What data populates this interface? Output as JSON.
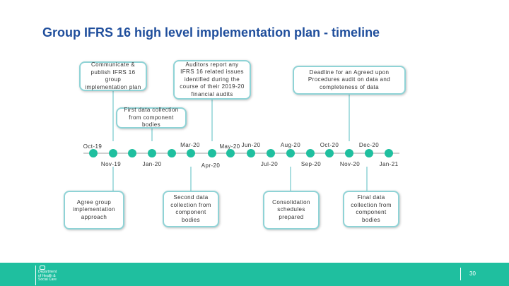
{
  "title": "Group IFRS 16 high level implementation plan - timeline",
  "accent_color": "#1fbf9f",
  "box_border_color": "#8fd3d6",
  "title_color": "#1f4e9c",
  "boxes": {
    "communicate": "Communicate & publish IFRS 16 group implementation plan",
    "auditors": "Auditors report any IFRS 16 related issues identified during the course of their 2019-20 financial audits",
    "deadline": "Deadline for an Agreed upon Procedures audit on data and completeness of data",
    "first_collection": "First data collection from component bodies",
    "agree": "Agree group implementation approach",
    "second_collection": "Second data collection from component bodies",
    "consolidation": "Consolidation schedules prepared",
    "final_collection": "Final data collection from component bodies"
  },
  "dates": {
    "oct19": "Oct-19",
    "nov19": "Nov-19",
    "jan20": "Jan-20",
    "mar20": "Mar-20",
    "apr20": "Apr-20",
    "may20": "May-20",
    "jun20": "Jun-20",
    "jul20": "Jul-20",
    "aug20": "Aug-20",
    "sep20": "Sep-20",
    "oct20": "Oct-20",
    "nov20": "Nov-20",
    "dec20": "Dec-20",
    "jan21": "Jan-21"
  },
  "footer": {
    "logo_lines": [
      "Department",
      "of Health &",
      "Social Care"
    ],
    "logo_icon": "crown-crest-icon",
    "page_number": "30"
  }
}
